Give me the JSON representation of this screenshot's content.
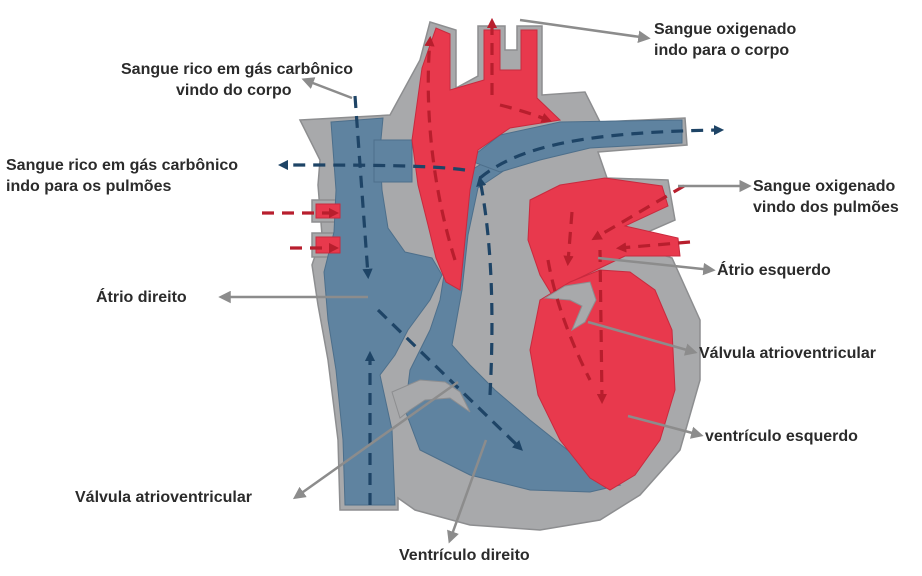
{
  "labels": {
    "sangue_oxigenado_corpo": {
      "line1": "Sangue oxigenado",
      "line2": "indo para o corpo"
    },
    "sangue_co2_vindo_corpo": {
      "line1": "Sangue rico em gás carbônico",
      "line2": "vindo do corpo"
    },
    "sangue_co2_pulmoes": {
      "line1": "Sangue rico em gás carbônico",
      "line2": "indo para os pulmões"
    },
    "sangue_oxigenado_pulmoes": {
      "line1": "Sangue oxigenado",
      "line2": "vindo dos pulmões"
    },
    "atrio_esquerdo": "Átrio esquerdo",
    "atrio_direito": "Átrio direito",
    "valvula_av_esquerda": "Válvula atrioventricular",
    "ventriculo_esquerdo": "ventrículo esquerdo",
    "valvula_av_direita": "Válvula atrioventricular",
    "ventriculo_direito": "Ventrículo direito"
  },
  "colors": {
    "wall": "#a8a9ab",
    "wall_stroke": "#8d8e90",
    "deoxygenated_blood": "#5f83a0",
    "oxygenated_blood": "#e8394d",
    "deoxygenated_flow_arrow": "#1e4466",
    "oxygenated_flow_arrow": "#b81e2d",
    "pointer_arrow": "#8c8c8c",
    "label_text": "#2b2b2b"
  }
}
